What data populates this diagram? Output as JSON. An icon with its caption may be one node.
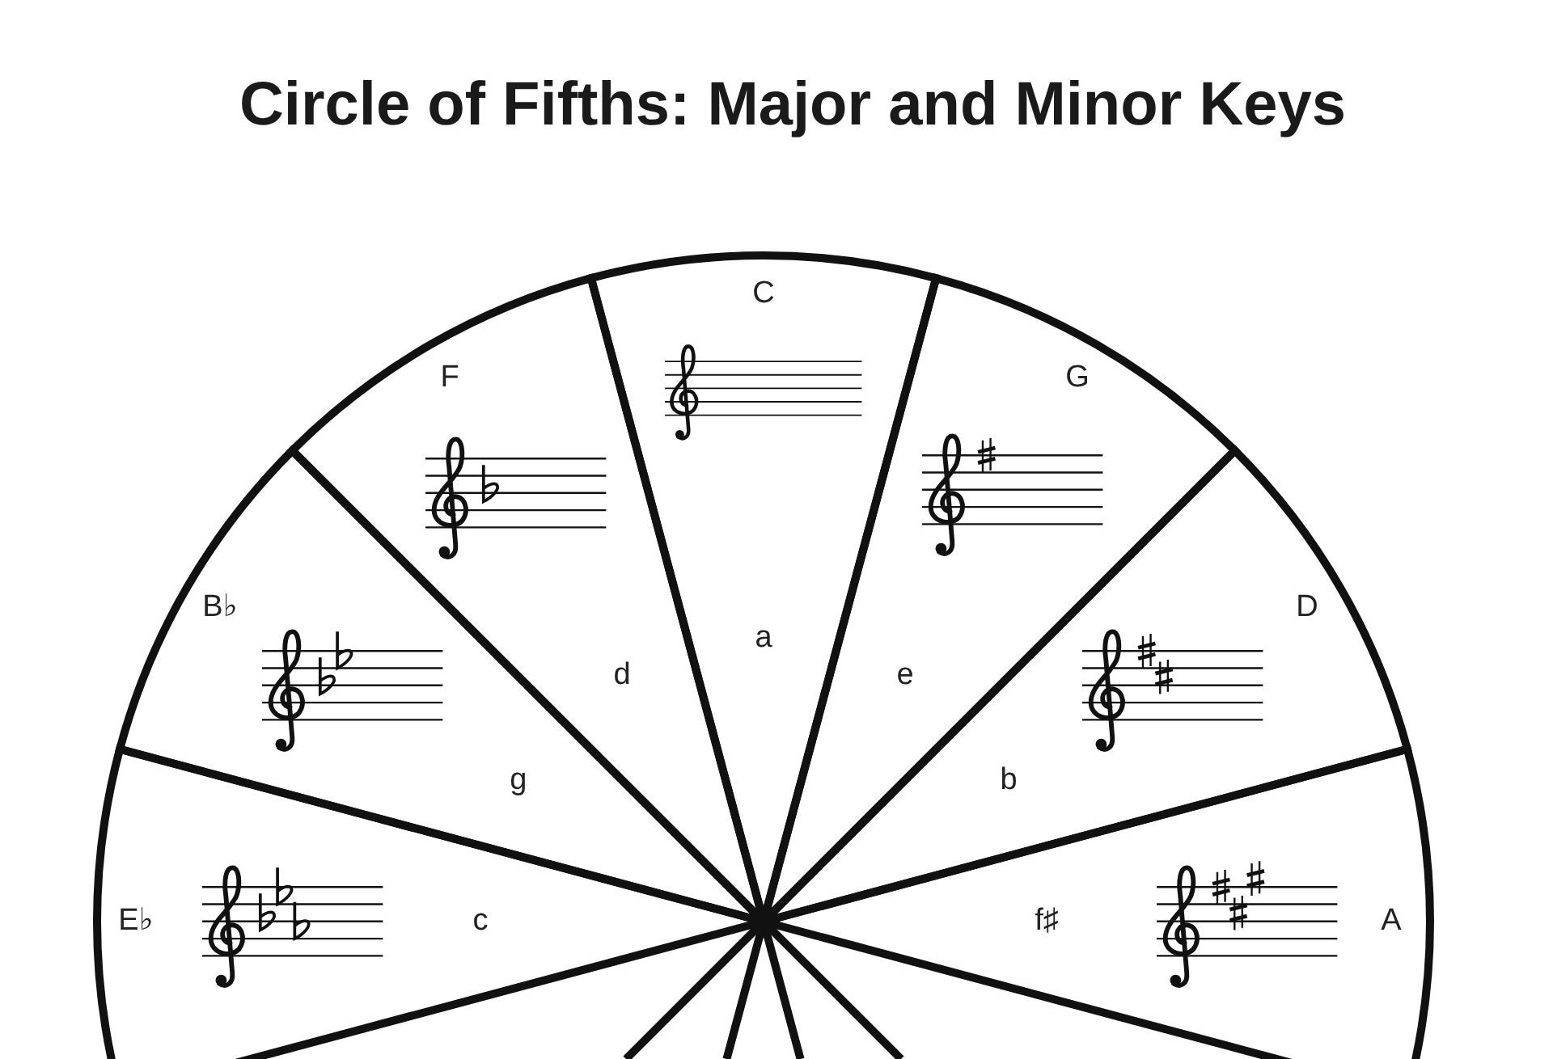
{
  "diagram": {
    "title": "Circle of Fifths: Major and Minor Keys",
    "nodes": [
      {
        "text": [
          "C",
          "a"
        ]
      },
      {
        "text": [
          "G",
          "e"
        ]
      },
      {
        "text": [
          "D",
          "b"
        ]
      },
      {
        "text": [
          "f♯",
          "A"
        ]
      },
      {
        "text": [
          "E♭",
          "c"
        ]
      },
      {
        "text": [
          "B♭",
          "g"
        ]
      },
      {
        "text": [
          "F",
          "d"
        ]
      }
    ]
  }
}
